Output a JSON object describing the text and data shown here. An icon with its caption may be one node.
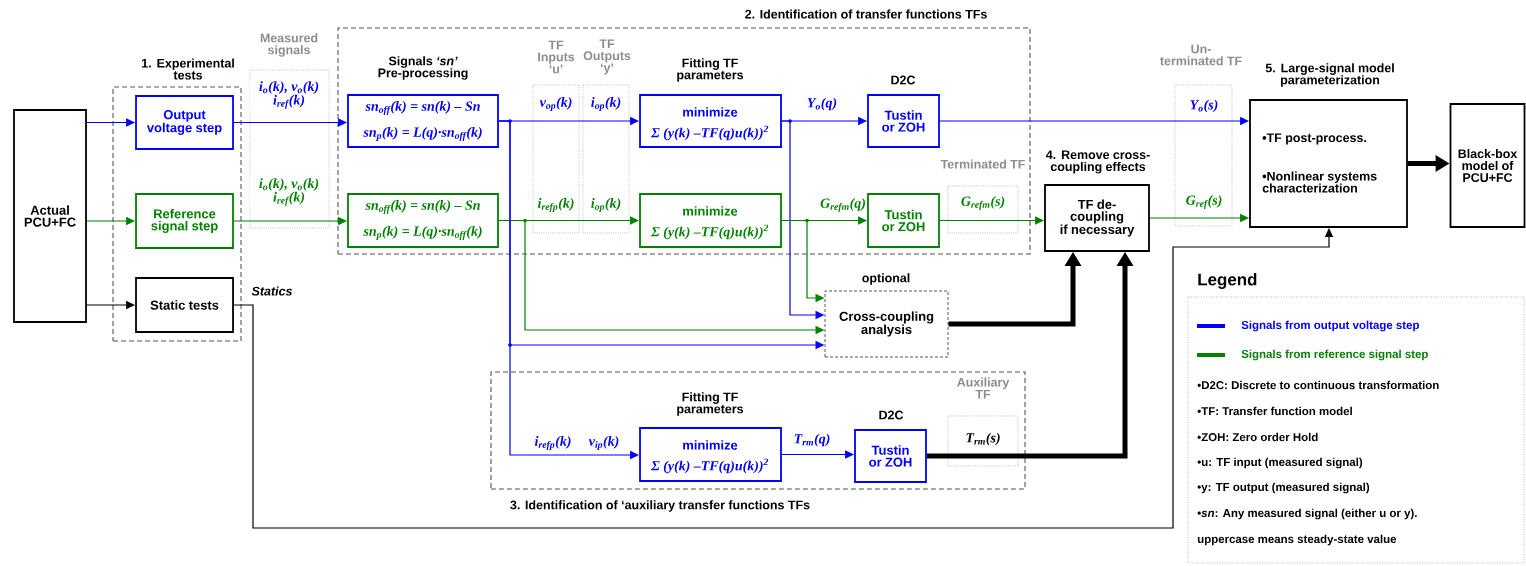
{
  "diagram": {
    "nodes": [
      {
        "text": [
          "Actual PCU+FC"
        ]
      },
      {
        "text": [
          "1. Experimental tests"
        ]
      },
      {
        "text": [
          "Output voltage step"
        ],
        "in": 1
      },
      {
        "text": [
          "Reference signal step"
        ],
        "in": 1
      },
      {
        "text": [
          "Static tests"
        ],
        "in": 1
      },
      {
        "text": [
          "2. Identification of transfer functions TFs"
        ]
      },
      {
        "text": [
          "Signals *‘sn’* Pre-processing",
          "sn$_{off}$(k) = sn(k) – Sn",
          "sn$_{p}$(k) = L(q)·sn$_{off}$(k)"
        ],
        "in": 5
      },
      {
        "text": [
          "sn$_{off}$(k) = sn(k) – Sn",
          "sn$_{p}$(k) = L(q)·sn$_{off}$(k)"
        ],
        "in": 5
      },
      {
        "text": [
          "Fitting TF parameters",
          "minimize",
          "Σ (y(k) –TF(q)u(k))$^{2}$"
        ],
        "in": 5
      },
      {
        "text": [
          "minimize",
          "Σ (y(k) –TF(q)u(k))$^{2}$"
        ],
        "in": 5
      },
      {
        "text": [
          "D2C",
          "Tustin or ZOH"
        ],
        "in": 5
      },
      {
        "text": [
          "Tustin or ZOH"
        ],
        "in": 5
      },
      {
        "text": [
          "optional",
          "Cross-coupling analysis"
        ]
      },
      {
        "text": [
          "3. Identification of ‘auxiliary transfer functions TFs"
        ]
      },
      {
        "text": [
          "Fitting TF parameters",
          "minimize",
          "Σ (y(k) –TF(q)u(k))$^{2}$"
        ],
        "in": 13
      },
      {
        "text": [
          "D2C",
          "Tustin or ZOH"
        ],
        "in": 13
      },
      {
        "text": [
          "4. Remove cross-coupling effects",
          "TF de-coupling if necessary"
        ]
      },
      {
        "text": [
          "5. Large-signal model parameterization",
          "•TF post-process.",
          "•Nonlinear systems characterization"
        ]
      },
      {
        "text": [
          "Black-box model of PCU+FC"
        ]
      }
    ],
    "edges": [
      {
        "from": 0,
        "to": 2,
        "arrow": "to"
      },
      {
        "from": 0,
        "to": 3,
        "arrow": "to",
        "color": "#008000"
      },
      {
        "from": 0,
        "to": 4,
        "arrow": "to",
        "color": "#000000"
      },
      {
        "from": 2,
        "to": 6,
        "arrow": "to",
        "label": "i$_{o}$(k), v$_{o}$(k) i$_{ref}$(k)"
      },
      {
        "from": 3,
        "to": 7,
        "arrow": "to",
        "label": "i$_{o}$(k), v$_{o}$(k) i$_{ref}$(k)",
        "color": "#008000"
      },
      {
        "from": 6,
        "to": 8,
        "arrow": "to"
      },
      {
        "from": 7,
        "to": 9,
        "arrow": "to",
        "color": "#008000"
      },
      {
        "from": 8,
        "to": 10,
        "arrow": "to",
        "label": "Y$_{o}$(q)"
      },
      {
        "from": 9,
        "to": 11,
        "arrow": "to",
        "label": "G$_{refm}$(q)",
        "color": "#008000"
      },
      {
        "from": 10,
        "to": 17,
        "arrow": "to",
        "label": "Y$_{o}$(s)"
      },
      {
        "from": 11,
        "to": 16,
        "arrow": "to",
        "label": "G$_{refm}$(s)",
        "color": "#008000"
      },
      {
        "from": 16,
        "to": 17,
        "arrow": "to",
        "label": "G$_{ref}$(s)",
        "color": "#008000"
      },
      {
        "from": 17,
        "to": 18,
        "arrow": "to",
        "style": "thick",
        "color": "#000000"
      },
      {
        "from": 8,
        "to": 12,
        "arrow": "to"
      },
      {
        "from": 9,
        "to": 12,
        "arrow": "to",
        "color": "#008000"
      },
      {
        "from": 7,
        "to": 12,
        "arrow": "to",
        "color": "#008000"
      },
      {
        "from": 6,
        "to": 12,
        "arrow": "to"
      },
      {
        "from": 6,
        "to": 14,
        "arrow": "to"
      },
      {
        "from": 14,
        "to": 15,
        "arrow": "to",
        "label": "T$_{rm}$(q)"
      },
      {
        "from": 15,
        "to": 16,
        "arrow": "to",
        "label": "T$_{rm}$(s)",
        "style": "thick",
        "color": "#000000"
      },
      {
        "from": 12,
        "to": 16,
        "arrow": "to",
        "style": "thick",
        "color": "#000000"
      },
      {
        "from": 4,
        "to": 17,
        "arrow": "to",
        "label": "Statics",
        "color": "#000000"
      }
    ],
    "labels": [
      "Measured signals",
      "TF Inputs ‘u’",
      "v$_{op}$(k)",
      "i$_{refp}$(k)",
      "TF Outputs ‘y’",
      "i$_{op}$(k)",
      "i$_{op}$(k)",
      "Terminated TF",
      "i$_{refp}$(k)",
      "v$_{ip}$(k)",
      "Auxiliary TF",
      "Un-terminated TF",
      "Legend",
      "•D2C: Discrete to continuous transformation",
      "•TF: Transfer function model",
      "•ZOH: Zero order Hold",
      "•u: TF input (measured signal)",
      "•y: TF output (measured signal)",
      "•*sn*: Any measured signal (either u or y).",
      "uppercase means steady-state value"
    ],
    "legend": [
      {
        "text": "Signals from output voltage step",
        "color": "#0000ff"
      },
      {
        "text": "Signals from reference signal step",
        "color": "#008000"
      }
    ]
  }
}
